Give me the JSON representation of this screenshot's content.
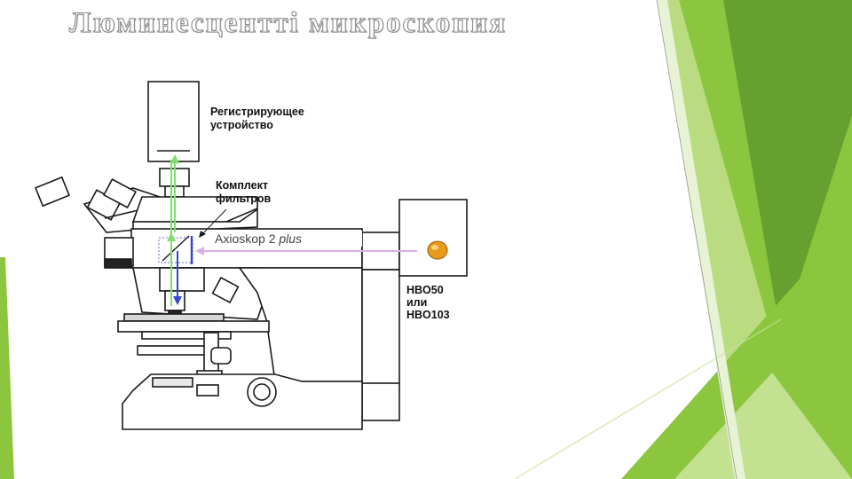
{
  "slide": {
    "title": "Люминесцентті микроскопия"
  },
  "diagram": {
    "labels": {
      "recorder_line1": "Регистрирующее",
      "recorder_line2": "устройство",
      "filters_line1": "Комплект",
      "filters_line2": "фильтров",
      "model_name": "Axioskop 2",
      "model_suffix": "plus",
      "lamp_line1": "HBO50",
      "lamp_line2": "или",
      "lamp_line3": "HBO103"
    },
    "colors": {
      "emission_path": "#7ee06a",
      "excitation_path": "#3347d4",
      "lamp_path": "#d7b0e6",
      "lamp_bulb": "#e89a1a",
      "outline": "#1a1a1a"
    }
  },
  "decoration": {
    "colors": {
      "green_dark": "#5f9a2e",
      "green_mid": "#8cc63f",
      "green_light": "#c8e39a"
    }
  }
}
